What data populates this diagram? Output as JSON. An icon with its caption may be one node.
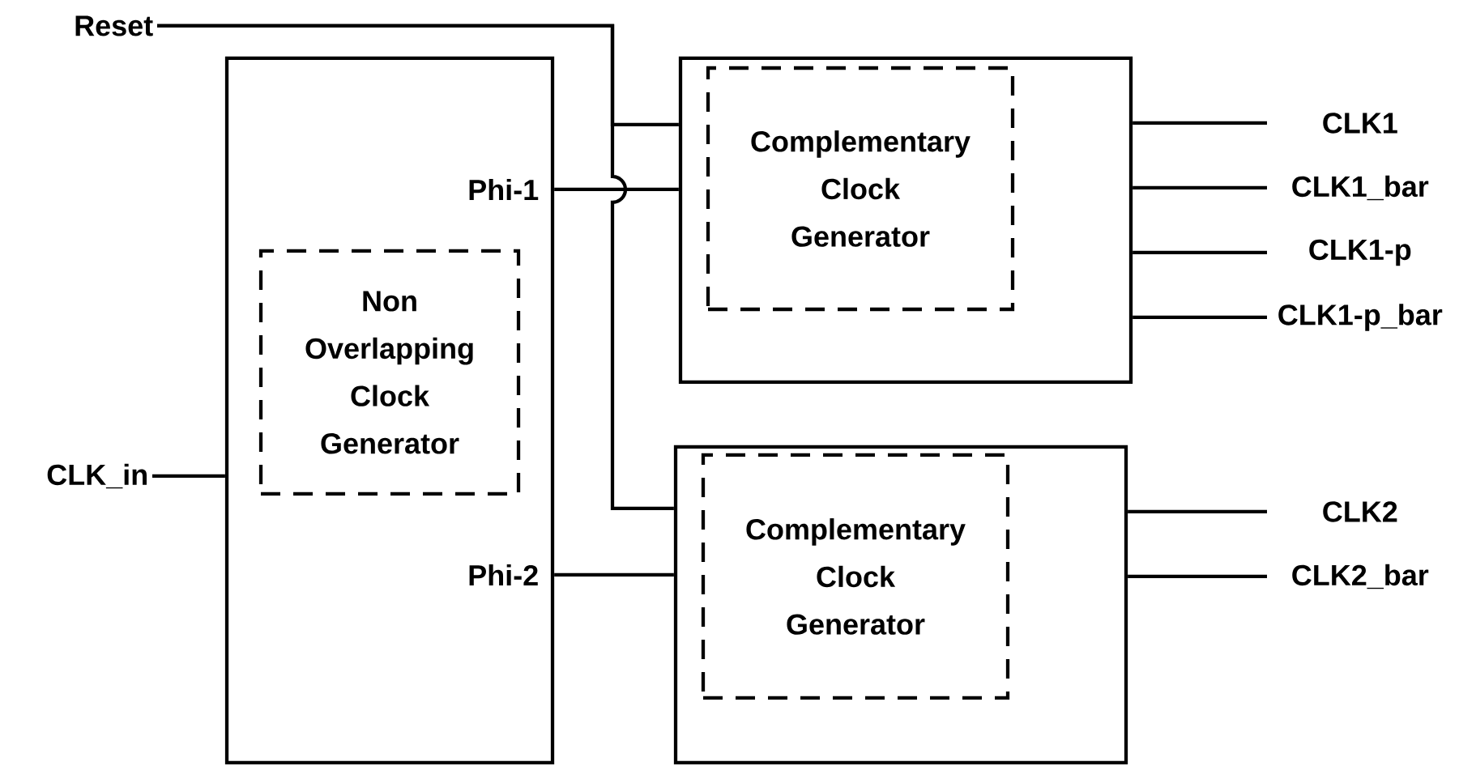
{
  "diagram": {
    "nodes": [
      {
        "text": [],
        "shape": "box"
      },
      {
        "text": [
          "Non Overlapping Clock Generator"
        ],
        "in": 0
      },
      {
        "text": [],
        "shape": "box"
      },
      {
        "text": [
          "Complementary Clock Generator"
        ],
        "in": 2
      },
      {
        "text": [],
        "shape": "box"
      },
      {
        "text": [
          "Complementary Clock Generator"
        ],
        "in": 4
      },
      {
        "text": [
          "Reset"
        ]
      },
      {
        "text": [
          "CLK_in"
        ]
      },
      {
        "text": [
          "CLK1"
        ]
      },
      {
        "text": [
          "CLK1_bar"
        ]
      },
      {
        "text": [
          "CLK1-p"
        ]
      },
      {
        "text": [
          "CLK1-p_bar"
        ]
      },
      {
        "text": [
          "CLK2"
        ]
      },
      {
        "text": [
          "CLK2_bar"
        ]
      }
    ],
    "edges": [
      {
        "from": 6,
        "to": 2,
        "arrow": "none"
      },
      {
        "from": 6,
        "to": 4,
        "arrow": "none"
      },
      {
        "from": 0,
        "to": 2,
        "arrow": "none"
      },
      {
        "from": 0,
        "to": 4,
        "arrow": "none"
      },
      {
        "from": 7,
        "to": 0,
        "arrow": "none"
      },
      {
        "from": 2,
        "to": 8,
        "arrow": "none"
      },
      {
        "from": 2,
        "to": 9,
        "arrow": "none"
      },
      {
        "from": 2,
        "to": 10,
        "arrow": "none"
      },
      {
        "from": 2,
        "to": 11,
        "arrow": "none"
      },
      {
        "from": 4,
        "to": 12,
        "arrow": "none"
      },
      {
        "from": 4,
        "to": 13,
        "arrow": "none"
      }
    ],
    "labels": [
      "Phi-1",
      "Phi-2"
    ]
  }
}
